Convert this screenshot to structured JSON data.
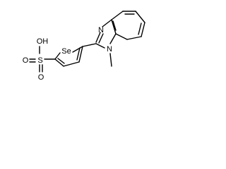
{
  "structure": {
    "atom_labels": {
      "oh": "OH",
      "s": "S",
      "o_top": "O",
      "o_bottom": "O",
      "se": "Se",
      "n_imine": "N",
      "n_methyl": "N"
    }
  }
}
